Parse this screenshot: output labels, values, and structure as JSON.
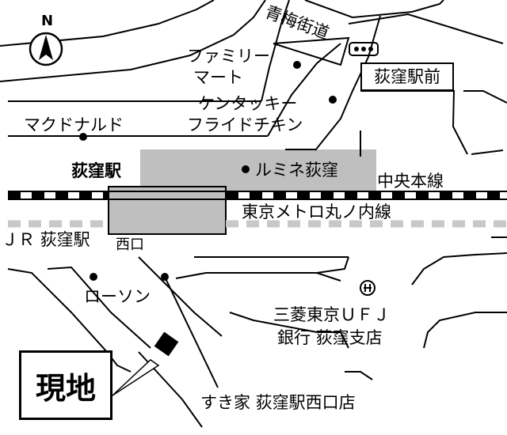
{
  "map": {
    "compass": {
      "letter": "N"
    },
    "roads": {
      "ome_kaido": "青梅街道"
    },
    "stations": {
      "ogikubo": "荻窪駅",
      "jr_ogikubo": "ＪＲ 荻窪駅",
      "west_exit": "西口"
    },
    "rail_lines": {
      "chuo": "中央本線",
      "marunouchi": "東京メトロ丸ノ内線"
    },
    "bus_stop": {
      "name": "荻窪駅前",
      "icon": "bus-stop-icon"
    },
    "landmarks": {
      "familymart": [
        "ファミリー",
        "マート"
      ],
      "kfc": [
        "ケンタッキー",
        "フライドチキン"
      ],
      "mcdonalds": "マクドナルド",
      "lumine": "ルミネ荻窪",
      "lawson": "ローソン",
      "mufg": [
        "三菱東京ＵＦＪ",
        "銀行 荻窪支店"
      ],
      "mufg_icon": "bank-icon",
      "sukiya": "すき家 荻窪駅西口店"
    },
    "site": {
      "label": "現地"
    },
    "colors": {
      "building": "#bfbfbf",
      "rail_dashed": "#c8c8c8",
      "ink": "#000000"
    }
  }
}
